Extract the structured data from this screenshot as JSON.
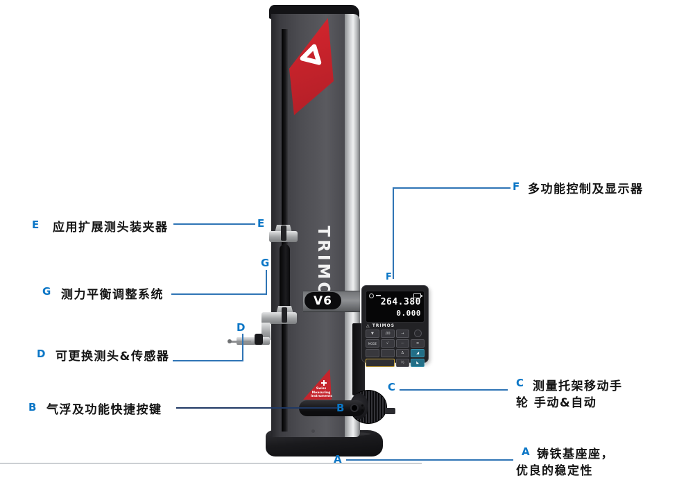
{
  "annotations": {
    "e": {
      "letter": "E",
      "text": "应用扩展测头装夹器"
    },
    "g": {
      "letter": "G",
      "text": "测力平衡调整系统"
    },
    "d": {
      "letter": "D",
      "text": "可更换测头&传感器"
    },
    "b": {
      "letter": "B",
      "text": "气浮及功能快捷按键"
    },
    "f": {
      "letter": "F",
      "text": "多功能控制及显示器"
    },
    "c": {
      "letter": "C",
      "line1": "测量托架移动手",
      "line2": "轮 手动&自动"
    },
    "a": {
      "letter": "A",
      "line1": "铸铁基座座，",
      "line2": "优良的稳定性"
    }
  },
  "device": {
    "brand": "TRIMOS",
    "model": "V6",
    "display": {
      "primary_reading": "264.380",
      "secondary_reading": "0.000",
      "logo_mark": "△",
      "logo_text": "TRIMOS"
    },
    "swiss_badge": {
      "line1": "Swiss",
      "line2": "Measuring",
      "line3": "Instruments"
    },
    "keypad": [
      {
        "label": "▼"
      },
      {
        "label": ".00"
      },
      {
        "label": "→"
      },
      {
        "label": ""
      },
      {
        "label": "MODE"
      },
      {
        "label": "√"
      },
      {
        "label": "···"
      },
      {
        "label": "≡"
      },
      {
        "label": ""
      },
      {
        "label": ""
      },
      {
        "label": "Δ"
      },
      {
        "label": "◢"
      },
      {
        "label": ""
      },
      {
        "label": "½"
      },
      {
        "label": "◣"
      }
    ]
  },
  "colors": {
    "letter_blue": "#0a76c6",
    "line_blue": "#2e74b5",
    "line_dark_blue": "#1f3864",
    "trimos_red": "#c5242c"
  }
}
